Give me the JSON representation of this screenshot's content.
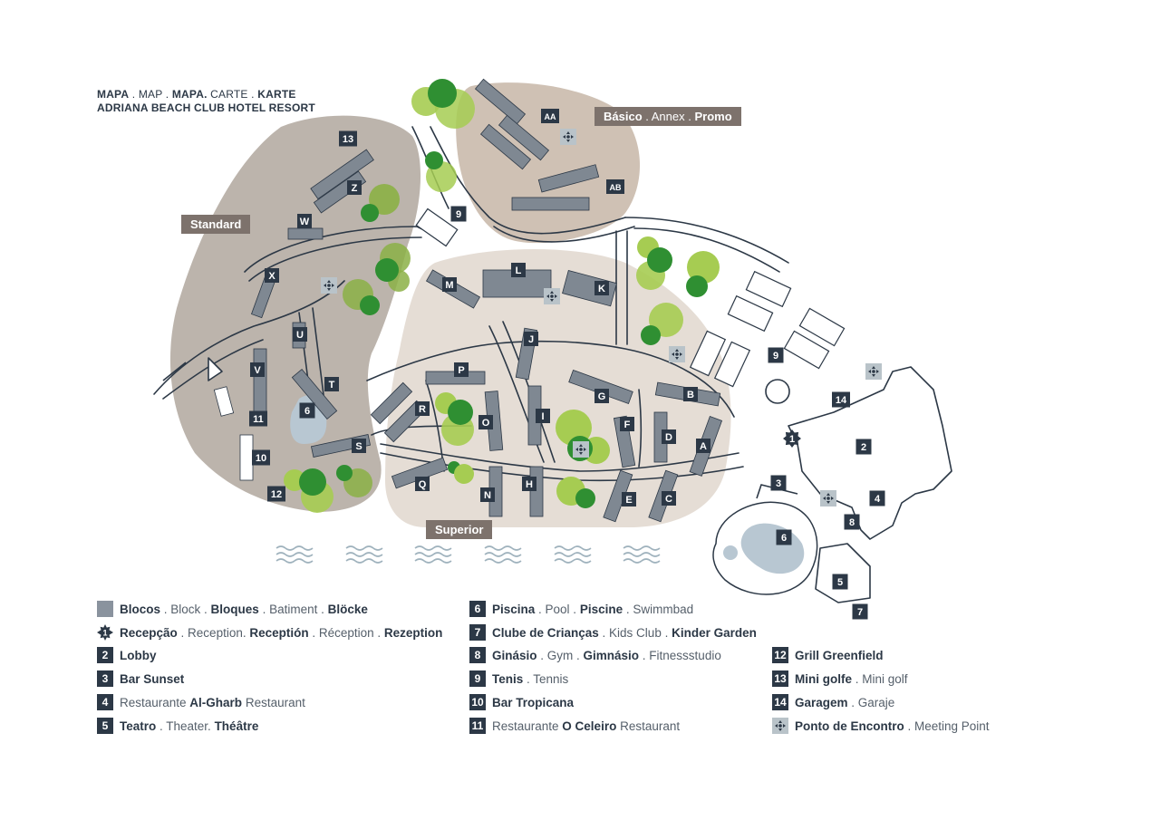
{
  "title": {
    "line1": [
      {
        "text": "MAPA",
        "bold": true
      },
      {
        "text": " . ",
        "bold": false
      },
      {
        "text": "MAP",
        "bold": false
      },
      {
        "text": " . ",
        "bold": false
      },
      {
        "text": "MAPA.",
        "bold": true
      },
      {
        "text": " CARTE",
        "bold": false
      },
      {
        "text": " . ",
        "bold": false
      },
      {
        "text": "KARTE",
        "bold": true
      }
    ],
    "line2": "ADRIANA BEACH CLUB HOTEL RESORT"
  },
  "zones": {
    "standard": "Standard",
    "superior": "Superior",
    "basico": [
      {
        "text": "Básico",
        "bold": true
      },
      {
        "text": " . Annex . ",
        "bold": false
      },
      {
        "text": "Promo",
        "bold": true
      }
    ]
  },
  "colors": {
    "navy": "#2c3846",
    "building": "#7f8892",
    "zone_standard": "#bcb4ac",
    "zone_superior": "#e5ddd5",
    "zone_basico": "#cfc1b4",
    "tree_dark": "#2f8f32",
    "tree_light": "#a6cc52",
    "pool": "#b8c7d2",
    "path": "#2c3846"
  },
  "blocks": [
    "A",
    "B",
    "C",
    "D",
    "E",
    "F",
    "G",
    "H",
    "I",
    "J",
    "K",
    "L",
    "M",
    "N",
    "O",
    "P",
    "Q",
    "R",
    "S",
    "T",
    "U",
    "V",
    "W",
    "X",
    "Z",
    "AA",
    "AB"
  ],
  "facility_numbers": [
    "1",
    "2",
    "3",
    "4",
    "5",
    "6",
    "7",
    "8",
    "9",
    "10",
    "11",
    "12",
    "13",
    "14"
  ],
  "legend": [
    {
      "marker": "swatch",
      "parts": [
        {
          "t": "Blocos",
          "b": true
        },
        {
          "t": " . Block . ",
          "b": false
        },
        {
          "t": "Bloques",
          "b": true
        },
        {
          "t": " . Batiment . ",
          "b": false
        },
        {
          "t": "Blöcke",
          "b": true
        }
      ]
    },
    {
      "marker": "recep",
      "number": "1",
      "parts": [
        {
          "t": "Recepção",
          "b": true
        },
        {
          "t": " . Reception. ",
          "b": false
        },
        {
          "t": "Receptión",
          "b": true
        },
        {
          "t": " . Réception . ",
          "b": false
        },
        {
          "t": "Rezeption",
          "b": true
        }
      ]
    },
    {
      "marker": "num",
      "number": "2",
      "parts": [
        {
          "t": "Lobby",
          "b": true
        }
      ]
    },
    {
      "marker": "num",
      "number": "3",
      "parts": [
        {
          "t": "Bar Sunset",
          "b": true
        }
      ]
    },
    {
      "marker": "num",
      "number": "4",
      "parts": [
        {
          "t": "Restaurante ",
          "b": false
        },
        {
          "t": "Al-Gharb",
          "b": true
        },
        {
          "t": " Restaurant",
          "b": false
        }
      ]
    },
    {
      "marker": "num",
      "number": "5",
      "parts": [
        {
          "t": "Teatro",
          "b": true
        },
        {
          "t": " . Theater. ",
          "b": false
        },
        {
          "t": "Théâtre",
          "b": true
        }
      ]
    },
    {
      "marker": "num",
      "number": "6",
      "parts": [
        {
          "t": "Piscina",
          "b": true
        },
        {
          "t": " . Pool . ",
          "b": false
        },
        {
          "t": "Piscine",
          "b": true
        },
        {
          "t": " . Swimmbad",
          "b": false
        }
      ]
    },
    {
      "marker": "num",
      "number": "7",
      "parts": [
        {
          "t": "Clube de Crianças",
          "b": true
        },
        {
          "t": " . Kids Club . ",
          "b": false
        },
        {
          "t": "Kinder Garden",
          "b": true
        }
      ]
    },
    {
      "marker": "num",
      "number": "8",
      "parts": [
        {
          "t": "Ginásio",
          "b": true
        },
        {
          "t": " . Gym . ",
          "b": false
        },
        {
          "t": "Gimnásio",
          "b": true
        },
        {
          "t": " . Fitnessstudio",
          "b": false
        }
      ]
    },
    {
      "marker": "num",
      "number": "9",
      "parts": [
        {
          "t": "Tenis",
          "b": true
        },
        {
          "t": " . Tennis",
          "b": false
        }
      ]
    },
    {
      "marker": "num",
      "number": "10",
      "parts": [
        {
          "t": "Bar Tropicana",
          "b": true
        }
      ]
    },
    {
      "marker": "num",
      "number": "11",
      "parts": [
        {
          "t": "Restaurante ",
          "b": false
        },
        {
          "t": "O Celeiro",
          "b": true
        },
        {
          "t": " Restaurant",
          "b": false
        }
      ]
    },
    {
      "marker": "num",
      "number": "12",
      "parts": [
        {
          "t": "Grill Greenfield",
          "b": true
        }
      ]
    },
    {
      "marker": "num",
      "number": "13",
      "parts": [
        {
          "t": "Mini golfe",
          "b": true
        },
        {
          "t": " . Mini golf",
          "b": false
        }
      ]
    },
    {
      "marker": "num",
      "number": "14",
      "parts": [
        {
          "t": "Garagem",
          "b": true
        },
        {
          "t": " . Garaje",
          "b": false
        }
      ]
    },
    {
      "marker": "meet",
      "parts": [
        {
          "t": "Ponto de Encontro",
          "b": true
        },
        {
          "t": " . Meeting Point",
          "b": false
        }
      ]
    }
  ]
}
